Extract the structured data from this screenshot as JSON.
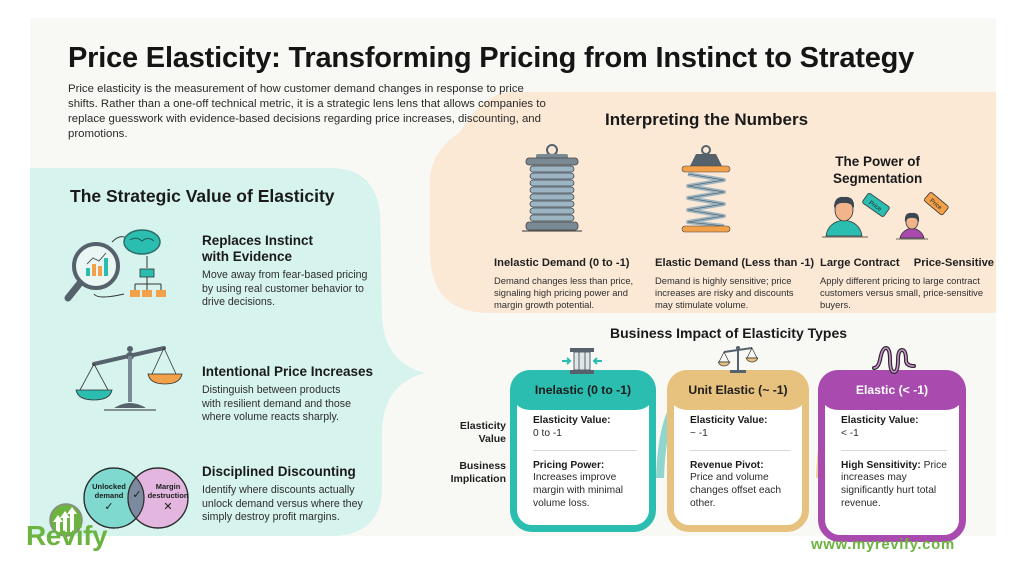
{
  "title": "Price Elasticity: Transforming Pricing from Instinct to Strategy",
  "intro": "Price elasticity is the measurement of how customer demand changes in response to price shifts. Rather than a one-off technical metric, it is a strategic lens lens that allows companies to replace guesswork with evidence-based decisions regarding price increases, discounting, and promotions.",
  "colors": {
    "mint_panel": "#d6f3ee",
    "peach_panel": "#fbe9d6",
    "teal": "#2bbdb0",
    "gold": "#e6c27e",
    "purple": "#a94aaf",
    "orange": "#f2a04a",
    "brand_green": "#6cb33f"
  },
  "strategic_value": {
    "heading": "The Strategic Value of Elasticity",
    "items": [
      {
        "icon": "magnifier-brain-flow-icon",
        "title": "Replaces Instinct with Evidence",
        "title_line1": "Replaces Instinct",
        "title_line2": "with Evidence",
        "desc": "Move away from fear-based pricing by using real customer behavior to drive decisions."
      },
      {
        "icon": "balance-scale-icon",
        "title": "Intentional Price Increases",
        "desc": "Distinguish between products with resilient demand and those where volume reacts sharply."
      },
      {
        "icon": "venn-diagram-icon",
        "title": "Disciplined Discounting",
        "desc": "Identify where discounts actually unlock demand versus where they simply destroy profit margins.",
        "venn_left": "Unlocked demand",
        "venn_left_1": "Unlocked",
        "venn_left_2": "demand",
        "venn_right": "Margin destruction",
        "venn_right_1": "Margin",
        "venn_right_2": "destruction",
        "venn_left_mark": "✓",
        "venn_center_mark": "✓",
        "venn_right_mark": "✕"
      }
    ]
  },
  "interpreting": {
    "heading": "Interpreting the Numbers",
    "inelastic": {
      "icon": "compressed-spring-icon",
      "title": "Inelastic Demand (0 to -1)",
      "desc": "Demand changes less than price, signaling high pricing power and margin growth potential."
    },
    "elastic": {
      "icon": "stretched-spring-weight-icon",
      "title": "Elastic Demand (Less than -1)",
      "desc": "Demand is highly sensitive; price increases are risky and discounts may stimulate volume."
    },
    "segmentation": {
      "heading_line1": "The Power of",
      "heading_line2": "Segmentation",
      "label_large": "Large Contract",
      "label_sensitive": "Price-Sensitive",
      "tag_text": "Price",
      "desc": "Apply different pricing to large contract customers versus small, price-sensitive buyers."
    }
  },
  "business_impact": {
    "heading": "Business Impact of Elasticity Types",
    "row_labels": {
      "value_1": "Elasticity",
      "value_2": "Value",
      "impl_1": "Business",
      "impl_2": "Implication"
    },
    "cards": [
      {
        "type": "inelastic",
        "icon": "compressed-column-icon",
        "header": "Inelastic (0 to -1)",
        "value_label": "Elasticity Value:",
        "value": "0 to -1",
        "impl_label": "Pricing Power:",
        "impl_text": "Increases improve margin with minimal volume loss."
      },
      {
        "type": "unit-elastic",
        "icon": "balance-scale-icon",
        "header": "Unit Elastic (~ -1)",
        "value_label": "Elasticity Value:",
        "value": "~ -1",
        "impl_label": "Revenue Pivot:",
        "impl_text": "Price and volume changes offset each other."
      },
      {
        "type": "elastic",
        "icon": "wave-icon",
        "header": "Elastic (< -1)",
        "value_label": "Elasticity Value:",
        "value": "< -1",
        "impl_label": "High Sensitivity:",
        "impl_text": "Price increases may significantly hurt total revenue."
      }
    ]
  },
  "footer": {
    "brand": "Revify",
    "url": "www.myrevify.com"
  }
}
